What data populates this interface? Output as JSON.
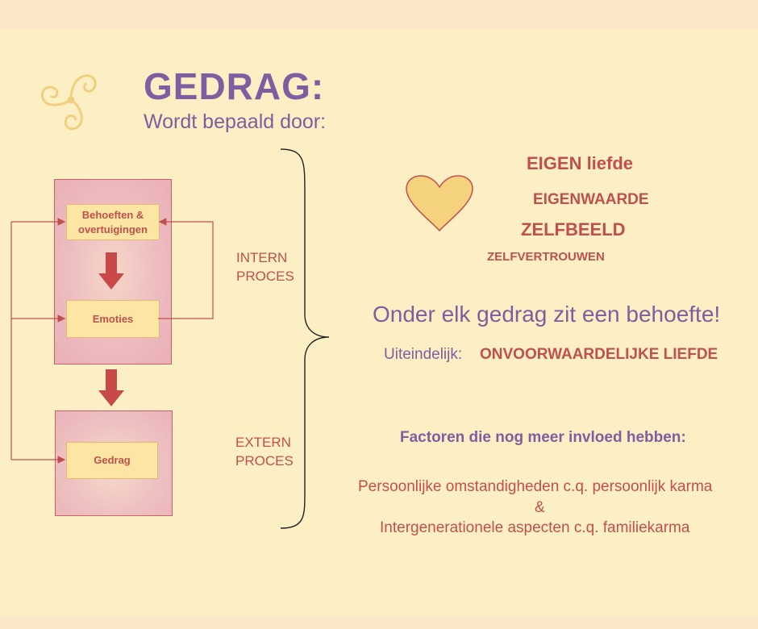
{
  "title": "GEDRAG:",
  "subtitle": "Wordt bepaald door:",
  "diagram": {
    "box_needs": "Behoeften & overtuigingen",
    "box_emotions": "Emoties",
    "box_behavior": "Gedrag",
    "intern_label": "INTERN PROCES",
    "extern_label": "EXTERN PROCES"
  },
  "self_words": {
    "eigen_liefde": "EIGEN liefde",
    "eigenwaarde": "EIGENWAARDE",
    "zelfbeeld": "ZELFBEELD",
    "zelfvertrouwen": "ZELFVERTROUWEN"
  },
  "statement": "Onder elk gedrag zit een behoefte!",
  "ultimately_label": "Uiteindelijk:",
  "ultimately_value": "ONVOORWAARDELIJKE LIEFDE",
  "factors_heading": "Factoren die nog meer invloed hebben:",
  "factors": [
    "Persoonlijke omstandigheden c.q. persoonlijk karma",
    "&",
    "Intergenerationele aspecten c.q. familiekarma"
  ],
  "colors": {
    "accent_purple": "#7d5ea0",
    "accent_red": "#c0504d",
    "box_fill": "#fde6a4",
    "heart_fill": "#f5d27e",
    "background": "#fdefc4"
  },
  "icons": [
    "triskelion-icon",
    "heart-icon",
    "down-arrow-icon",
    "curly-brace-icon"
  ]
}
